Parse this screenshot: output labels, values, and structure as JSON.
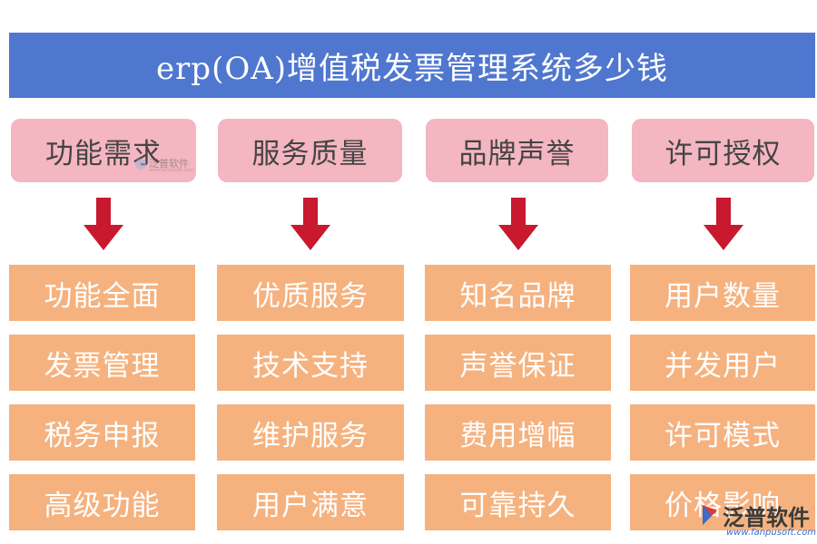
{
  "title": "erp(OA)增值税发票管理系统多少钱",
  "colors": {
    "title_bg": "#4f77cf",
    "header_bg": "#f4b6c0",
    "item_bg": "#f5b27f",
    "arrow": "#c8192f"
  },
  "columns": [
    {
      "header": "功能需求",
      "items": [
        "功能全面",
        "发票管理",
        "税务申报",
        "高级功能"
      ]
    },
    {
      "header": "服务质量",
      "items": [
        "优质服务",
        "技术支持",
        "维护服务",
        "用户满意"
      ]
    },
    {
      "header": "品牌声誉",
      "items": [
        "知名品牌",
        "声誉保证",
        "费用增幅",
        "可靠持久"
      ]
    },
    {
      "header": "许可授权",
      "items": [
        "用户数量",
        "并发用户",
        "许可模式",
        "价格影响"
      ]
    }
  ],
  "watermark": {
    "name": "泛普软件",
    "url": "www.fanpusoft.com",
    "small_name": "泛普软件",
    "small_url": "www.fanpusoft.com"
  }
}
